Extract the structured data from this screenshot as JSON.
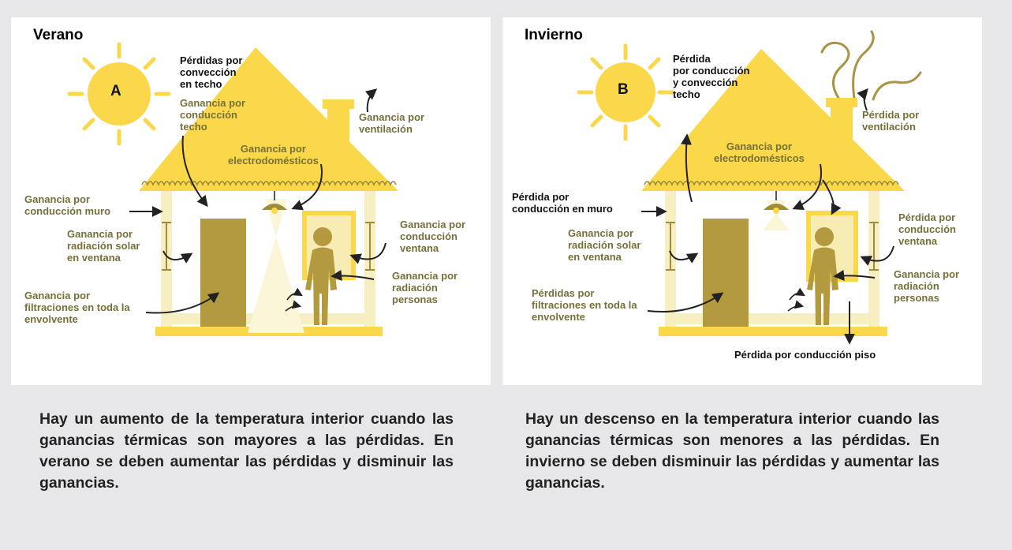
{
  "colors": {
    "background": "#e7e7e9",
    "panel": "#ffffff",
    "yellow": "#fbd84a",
    "pale_yellow": "#f7eec2",
    "olive": "#b39a3e",
    "label_olive": "#76703a",
    "label_black": "#111111"
  },
  "summer": {
    "title": "Verano",
    "sun_letter": "A",
    "labels": {
      "roof_convection_loss": "Pérdidas por\nconvección\nen techo",
      "roof_conduction_gain": "Ganancia por\nconducción\ntecho",
      "ventilation_gain": "Ganancia por\nventilación",
      "appliances_gain": "Ganancia por\nelectrodomésticos",
      "wall_conduction_gain": "Ganancia por\nconducción muro",
      "window_solar_gain": "Ganancia por\nradiación solar\nen ventana",
      "window_conduction_gain": "Ganancia por\nconducción\nventana",
      "people_gain": "Ganancia por\nradiación\npersonas",
      "infiltration_gain": "Ganancia por\nfiltraciones en toda la\nenvolvente"
    },
    "caption": "Hay un aumento de la temperatura interior cuando las ganancias térmicas son mayores a las pérdidas. En verano se deben aumentar las pérdidas y disminuir las ganancias."
  },
  "winter": {
    "title": "Invierno",
    "sun_letter": "B",
    "labels": {
      "roof_loss": "Pérdida\npor conducción\ny convección\ntecho",
      "ventilation_loss": "Pérdida por\nventilación",
      "appliances_gain": "Ganancia por\nelectrodomésticos",
      "wall_conduction_loss": "Pérdida por\nconducción en muro",
      "window_solar_gain": "Ganancia por\nradiación solar\nen ventana",
      "window_conduction_loss": "Pérdida por\nconducción\nventana",
      "people_gain": "Ganancia por\nradiación\npersonas",
      "infiltration_loss": "Pérdidas por\nfiltraciones en toda la\nenvolvente",
      "floor_conduction_loss": "Pérdida por conducción piso"
    },
    "caption": "Hay un descenso en la temperatura interior cuando las ganancias térmicas son menores a las pérdidas. En invierno se deben disminuir las pérdidas y aumentar las ganancias."
  }
}
